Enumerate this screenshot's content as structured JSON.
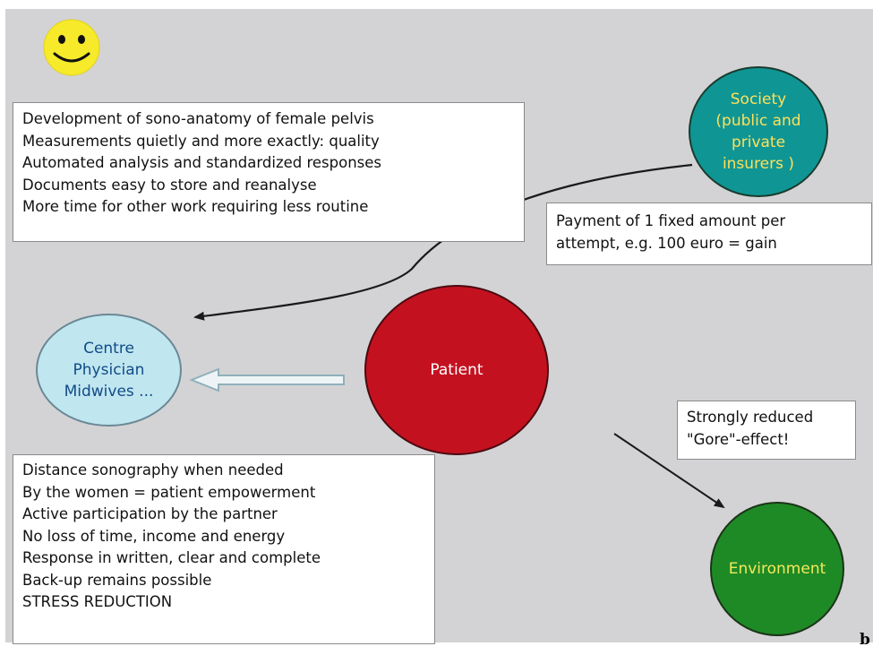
{
  "colors": {
    "background": "#d3d3d5",
    "society": "#0f9694",
    "patient": "#c41120",
    "centre": "#c0e6f0",
    "environment": "#1e8a26",
    "smiley": "#f6ea2a"
  },
  "icons": {
    "smiley": "smiley-face-icon"
  },
  "nodes": {
    "society": [
      "Society",
      "(public and",
      "private",
      "insurers )"
    ],
    "patient": [
      "Patient"
    ],
    "centre": [
      "Centre",
      "Physician",
      "Midwives ..."
    ],
    "environment": [
      "Environment"
    ]
  },
  "boxes": {
    "development": [
      "Development of sono-anatomy of female pelvis",
      "Measurements quietly and more exactly: quality",
      "Automated analysis and standardized responses",
      "Documents easy to store and reanalyse",
      "More time for other work requiring less routine"
    ],
    "payment": [
      "Payment of 1 fixed amount per",
      "attempt, e.g. 100 euro = gain"
    ],
    "gore": [
      "Strongly reduced",
      "\"Gore\"-effect!"
    ],
    "distance": [
      "Distance sonography when needed",
      "By the women = patient empowerment",
      "Active participation by the partner",
      "No loss of time, income and energy",
      "Response in written, clear and complete",
      "Back-up remains possible",
      "STRESS REDUCTION"
    ]
  },
  "corner_label": "b"
}
